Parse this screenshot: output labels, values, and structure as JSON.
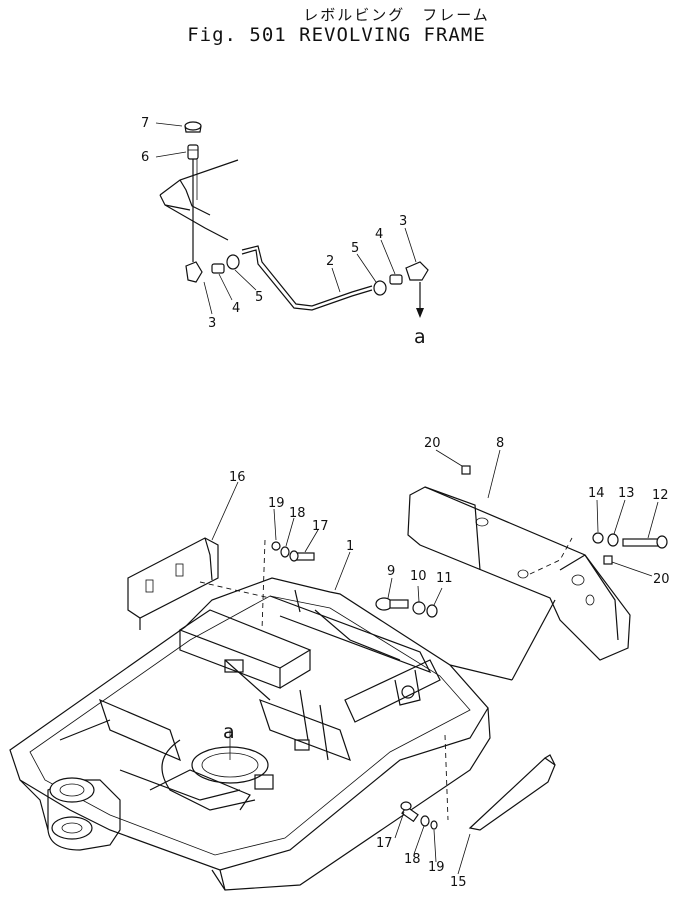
{
  "title": {
    "japanese": "レボルビング　フレーム",
    "english": "Fig. 501 REVOLVING FRAME"
  },
  "callouts": {
    "c1": "1",
    "c2": "2",
    "c3a": "3",
    "c3b": "3",
    "c4a": "4",
    "c4b": "4",
    "c5a": "5",
    "c5b": "5",
    "c6": "6",
    "c7": "7",
    "c8": "8",
    "c9": "9",
    "c10": "10",
    "c11": "11",
    "c12": "12",
    "c13": "13",
    "c14": "14",
    "c15": "15",
    "c16": "16",
    "c17a": "17",
    "c17b": "17",
    "c18a": "18",
    "c18b": "18",
    "c19a": "19",
    "c19b": "19",
    "c20a": "20",
    "c20b": "20",
    "refA1": "a",
    "refA2": "a"
  }
}
